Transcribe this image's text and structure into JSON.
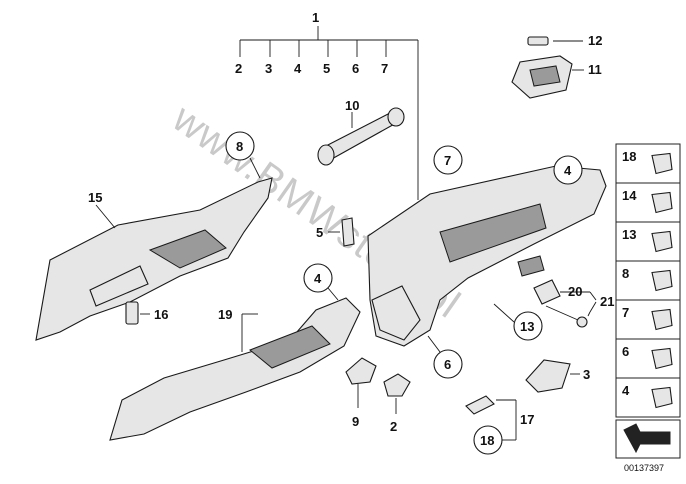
{
  "watermark": "www.BMWstore.pl",
  "diagram_id": "00137397",
  "callouts": {
    "c1": "1",
    "c2a": "2",
    "c3a": "3",
    "c4a": "4",
    "c5a": "5",
    "c6a": "6",
    "c7a": "7",
    "c12": "12",
    "c11": "11",
    "c10": "10",
    "c8": "8",
    "c15": "15",
    "c5b": "5",
    "c7b": "7",
    "c4b": "4",
    "c4c": "4",
    "c19": "19",
    "c16": "16",
    "c20": "20",
    "c21": "21",
    "c13": "13",
    "c6b": "6",
    "c3b": "3",
    "c9": "9",
    "c2b": "2",
    "c17": "17",
    "c18": "18"
  },
  "side_panel": [
    "18",
    "14",
    "13",
    "8",
    "7",
    "6",
    "4"
  ]
}
